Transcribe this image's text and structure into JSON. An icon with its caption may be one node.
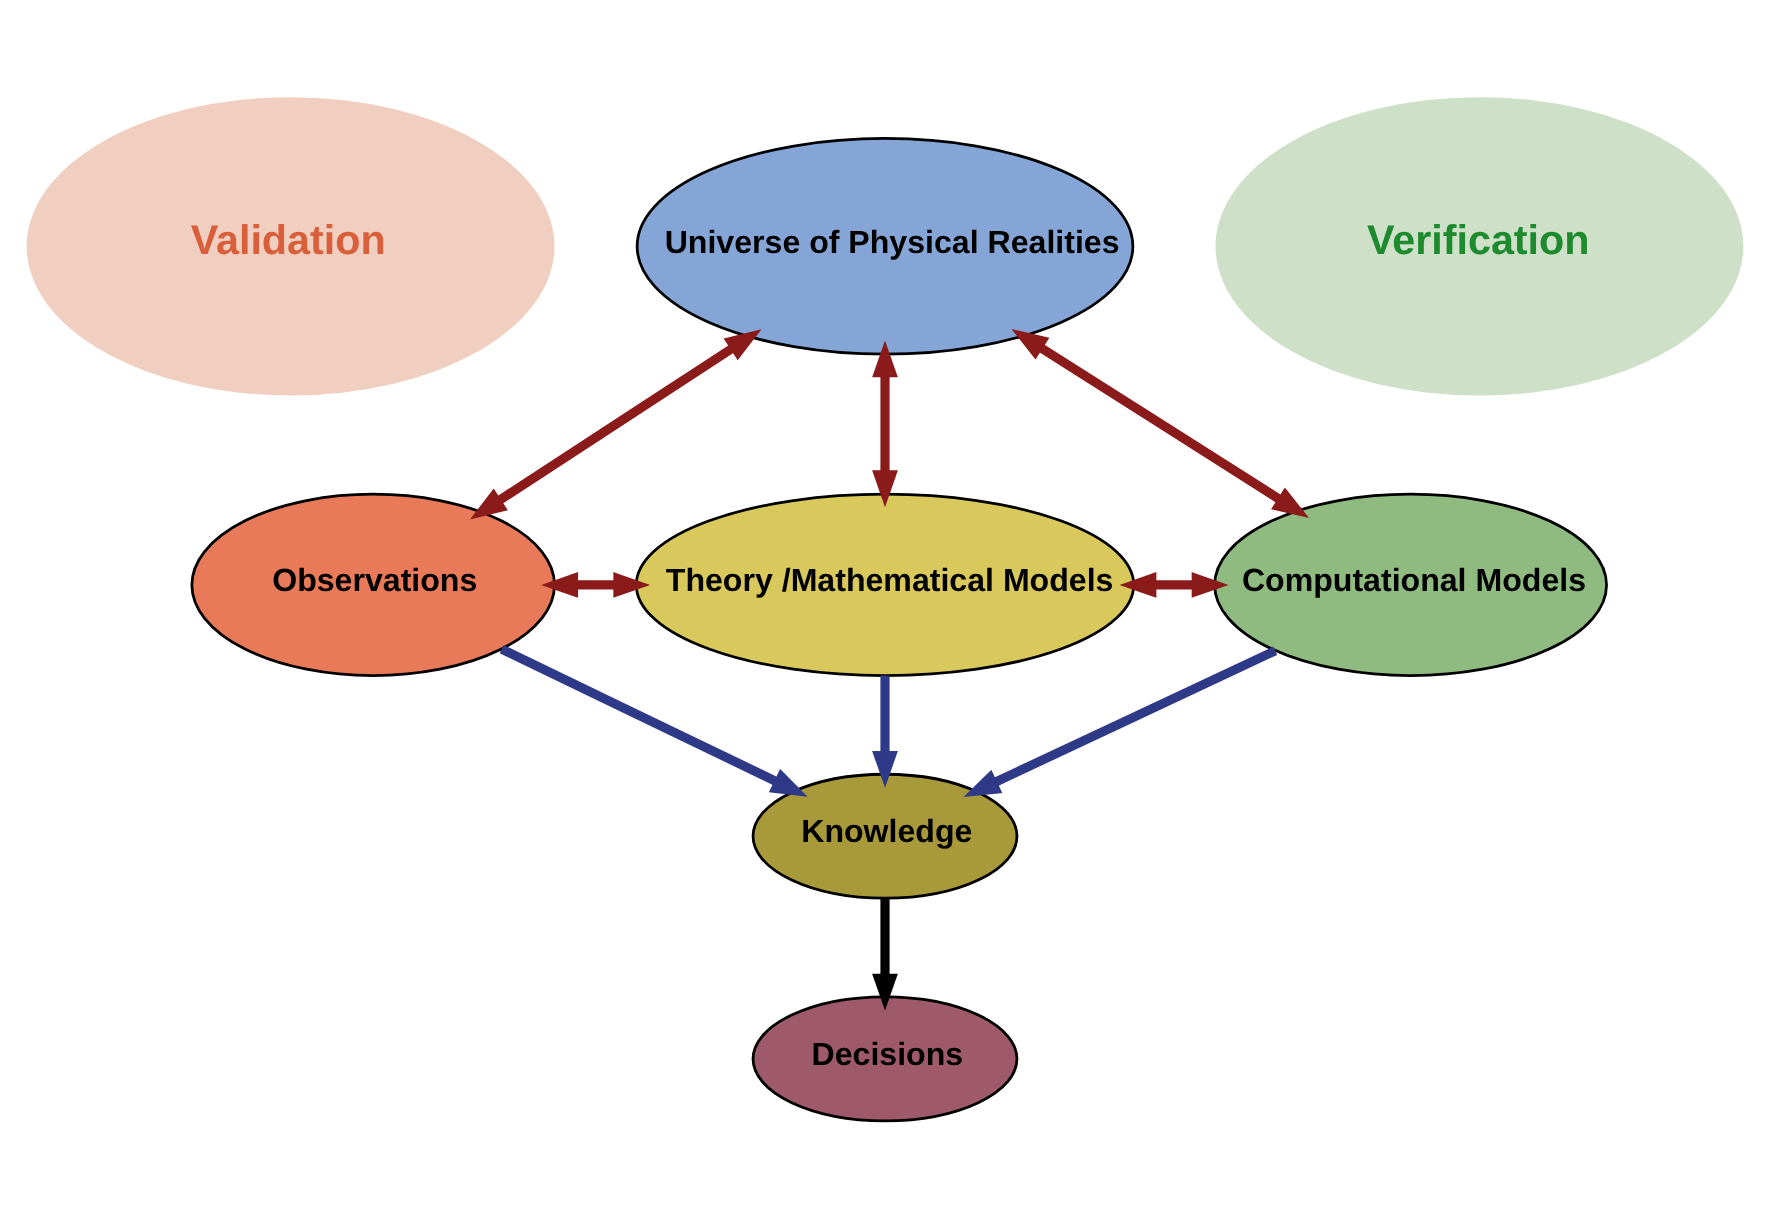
{
  "diagram": {
    "nodes": [
      {
        "text": [
          "Validation"
        ]
      },
      {
        "text": [
          "Universe of Physical Realities"
        ]
      },
      {
        "text": [
          "Verification"
        ]
      },
      {
        "text": [
          "Observations"
        ]
      },
      {
        "text": [
          "Theory /Mathematical Models"
        ]
      },
      {
        "text": [
          "Computational Models"
        ]
      },
      {
        "text": [
          "Knowledge"
        ]
      },
      {
        "text": [
          "Decisions"
        ]
      }
    ],
    "edges": [
      {
        "from": 1,
        "to": 3,
        "arrow": "both"
      },
      {
        "from": 1,
        "to": 4,
        "arrow": "both"
      },
      {
        "from": 1,
        "to": 5,
        "arrow": "both"
      },
      {
        "from": 3,
        "to": 4,
        "arrow": "both"
      },
      {
        "from": 4,
        "to": 5,
        "arrow": "both"
      },
      {
        "from": 3,
        "to": 6,
        "arrow": "to",
        "color": "#2e3a87"
      },
      {
        "from": 4,
        "to": 6,
        "arrow": "to",
        "color": "#2e3a87"
      },
      {
        "from": 5,
        "to": 6,
        "arrow": "to",
        "color": "#2e3a87"
      },
      {
        "from": 6,
        "to": 7,
        "arrow": "to",
        "color": "#000000"
      }
    ]
  }
}
